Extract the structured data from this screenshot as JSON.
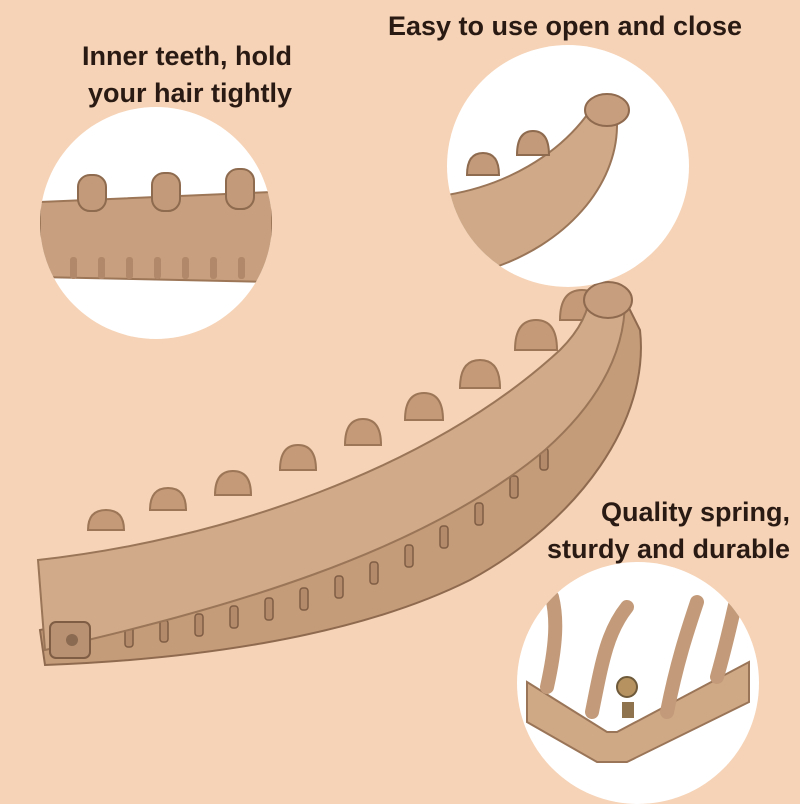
{
  "captions": {
    "inner_teeth": "Inner teeth, hold\nyour hair tightly",
    "open_close": "Easy to use open and close",
    "spring": "Quality spring,\nsturdy and durable"
  },
  "colors": {
    "background": "#f6d3b6",
    "clip": "#c9a07e",
    "clip_shadow": "#a67e5f",
    "text": "#2a1a14"
  }
}
